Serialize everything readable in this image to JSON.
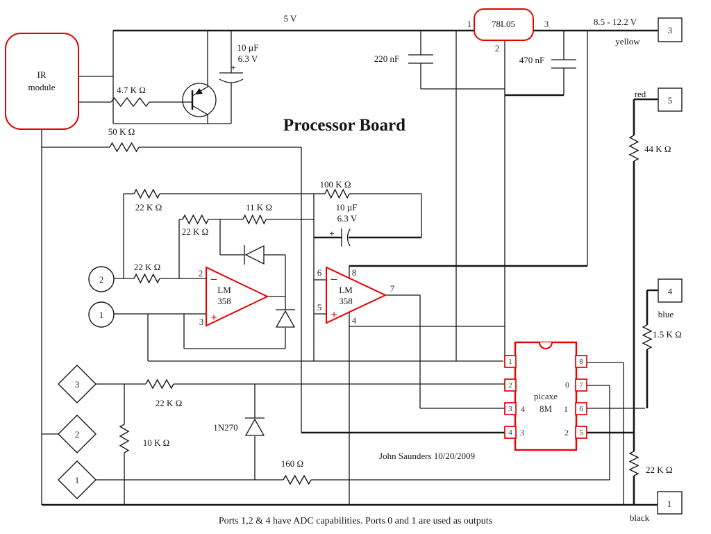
{
  "title": "Processor Board",
  "caption": "Ports 1,2 & 4 have ADC capabilities. Ports 0 and 1 are used as outputs",
  "author": "John Saunders 10/20/2009",
  "colors": {
    "component_red": "#e60000",
    "wire_black": "#151515"
  },
  "power": {
    "rail_5v": "5 V",
    "input_range": "8.5 - 12.2 V"
  },
  "regulator": {
    "name": "78L05",
    "pin_in": "1",
    "pin_gnd": "2",
    "pin_out": "3"
  },
  "ir_module": {
    "line1": "IR",
    "line2": "module"
  },
  "resistors": {
    "r_4k7": "4.7 K Ω",
    "r_50k": "50 K Ω",
    "r_22k_fb": "22 K Ω",
    "r_22k_mid": "22 K Ω",
    "r_11k": "11 K Ω",
    "r_22k_in": "22 K Ω",
    "r_100k": "100 K Ω",
    "r_44k": "44 K Ω",
    "r_1k5": "1.5 K Ω",
    "r_22k_port": "22 K Ω",
    "r_10k": "10 K Ω",
    "r_160": "160 Ω",
    "r_22k_out": "22 K Ω"
  },
  "capacitors": {
    "c_10uf_1": {
      "value": "10 µF",
      "voltage": "6.3 V",
      "plus": "+"
    },
    "c_220nf": "220 nF",
    "c_470nf": "470 nF",
    "c_10uf_2": {
      "value": "10 µF",
      "voltage": "6.3 V",
      "plus": "+"
    }
  },
  "diodes": {
    "d_1n270": "1N270"
  },
  "opamp1": {
    "name1": "LM",
    "name2": "358",
    "pin_inv": "2",
    "pin_noninv": "3",
    "minus": "–",
    "plus": "+"
  },
  "opamp2": {
    "name1": "LM",
    "name2": "358",
    "pin_inv": "6",
    "pin_noninv": "5",
    "pin_vcc": "8",
    "pin_gnd": "4",
    "pin_out": "7",
    "minus": "–",
    "plus": "+"
  },
  "chip": {
    "name1": "picaxe",
    "name2": "8M",
    "pins_left": [
      "1",
      "2",
      "3",
      "4"
    ],
    "pins_right": [
      "8",
      "7",
      "6",
      "5"
    ],
    "port_labels": {
      "leg3": "4",
      "leg4": "3",
      "leg7": "0",
      "leg6": "1",
      "leg5": "2"
    }
  },
  "connectors": {
    "circle_2": "2",
    "circle_1": "1",
    "diamond_3": "3",
    "diamond_2": "2",
    "diamond_1": "1",
    "square_3": {
      "num": "3",
      "wire": "yellow"
    },
    "square_5": {
      "num": "5",
      "wire": "red"
    },
    "square_4": {
      "num": "4",
      "wire": "blue"
    },
    "square_1": {
      "num": "1",
      "wire": "black"
    }
  }
}
